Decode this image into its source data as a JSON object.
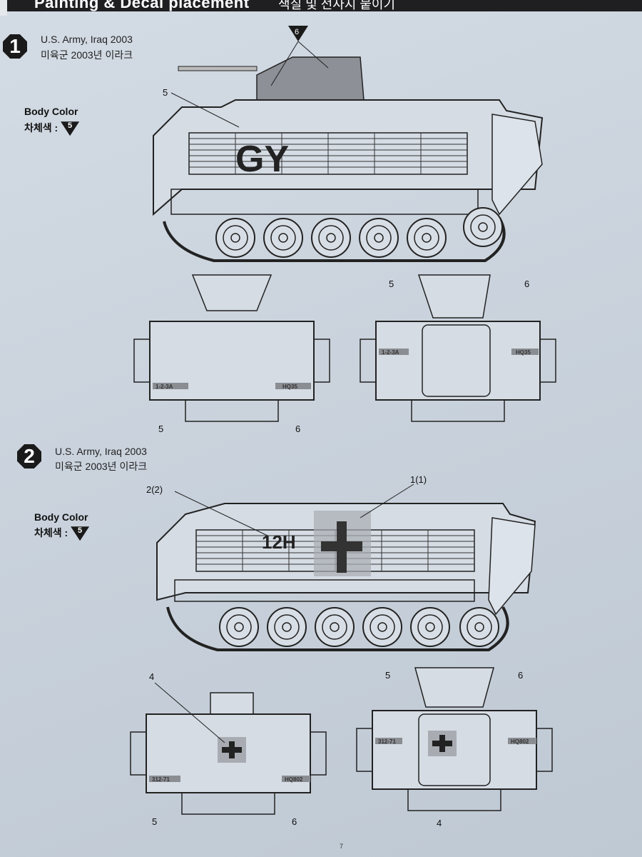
{
  "header": {
    "title": "Painting & Decal placement",
    "title_ko": "색칠 및 전사지 붙이기"
  },
  "versions": [
    {
      "number": "1",
      "name": "U.S. Army, Iraq 2003",
      "name_ko": "미육군 2003년 이라크",
      "body_color_label": "Body Color",
      "body_color_label_ko": "차체색 :",
      "body_color_code": "5",
      "side_callouts": {
        "turret_color": "6",
        "decal_front": "5",
        "hull_marking": "GY"
      },
      "front_view": {
        "left_plate": "1-2-3A",
        "right_plate": "HQ35",
        "callout_left": "5",
        "callout_right": "6"
      },
      "rear_view": {
        "left_plate": "1-2-3A",
        "right_plate": "HQ35",
        "callout_left": "5",
        "callout_right": "6"
      }
    },
    {
      "number": "2",
      "name": "U.S. Army, Iraq 2003",
      "name_ko": "미육군 2003년 이라크",
      "body_color_label": "Body Color",
      "body_color_label_ko": "차체색 :",
      "body_color_code": "5",
      "side_callouts": {
        "decal_number": "2(2)",
        "decal_cross": "1(1)",
        "hull_marking": "12H"
      },
      "front_view": {
        "left_plate": "312-71",
        "right_plate": "HQ802",
        "callout_top": "4",
        "callout_left": "5",
        "callout_right": "6"
      },
      "rear_view": {
        "left_plate": "312-71",
        "right_plate": "HQ802",
        "callout_left": "5",
        "callout_right": "6",
        "callout_bottom": "4"
      }
    }
  ],
  "page_number": "7",
  "colors": {
    "paper": "#d3dbe4",
    "ink": "#1a1a1a",
    "decal_grey": "#8a8d92",
    "header": "#1f1f22"
  }
}
